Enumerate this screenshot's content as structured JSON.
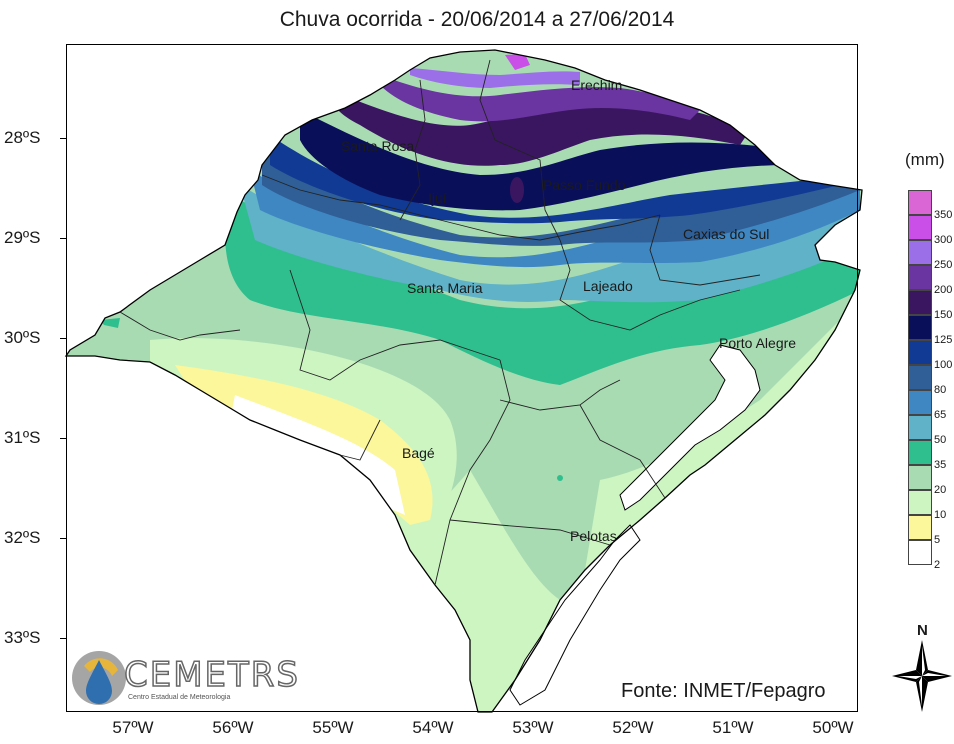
{
  "title": "Chuva ocorrida - 20/06/2014 a 27/06/2014",
  "unit_label": "(mm)",
  "source": "Fonte: INMET/Fepagro",
  "logo": {
    "name": "CEMETRS",
    "subtitle": "Centro Estadual de Meteorologia"
  },
  "north_label": "N",
  "lat_labels": [
    "28ºS",
    "29ºS",
    "30ºS",
    "31ºS",
    "32ºS",
    "33ºS"
  ],
  "lon_labels": [
    "57ºW",
    "56ºW",
    "55ºW",
    "54ºW",
    "53ºW",
    "52ºW",
    "51ºW",
    "50ºW"
  ],
  "cities": {
    "erechim": "Erechim",
    "santa_rosa": "Santa Rosa",
    "passo_fundo": "Passo Fundo",
    "ijui": "Ijuí",
    "caxias": "Caxias do Sul",
    "santa_maria": "Santa Maria",
    "lajeado": "Lajeado",
    "porto_alegre": "Porto Alegre",
    "bage": "Bagé",
    "pelotas": "Pelotas"
  },
  "legend": [
    {
      "label": "350",
      "color": "#d966d4"
    },
    {
      "label": "300",
      "color": "#c94fe8"
    },
    {
      "label": "250",
      "color": "#9b6fe8"
    },
    {
      "label": "200",
      "color": "#6a35a0"
    },
    {
      "label": "150",
      "color": "#3a1660"
    },
    {
      "label": "125",
      "color": "#0a0f5a"
    },
    {
      "label": "100",
      "color": "#113a94"
    },
    {
      "label": "80",
      "color": "#2f5f96"
    },
    {
      "label": "65",
      "color": "#3f87c2"
    },
    {
      "label": "50",
      "color": "#5fb2c8"
    },
    {
      "label": "35",
      "color": "#2fbf8e"
    },
    {
      "label": "20",
      "color": "#a9dbb3"
    },
    {
      "label": "10",
      "color": "#cdf5c2"
    },
    {
      "label": "5",
      "color": "#fbf79a"
    },
    {
      "label": "2",
      "color": "#ffffff"
    }
  ]
}
